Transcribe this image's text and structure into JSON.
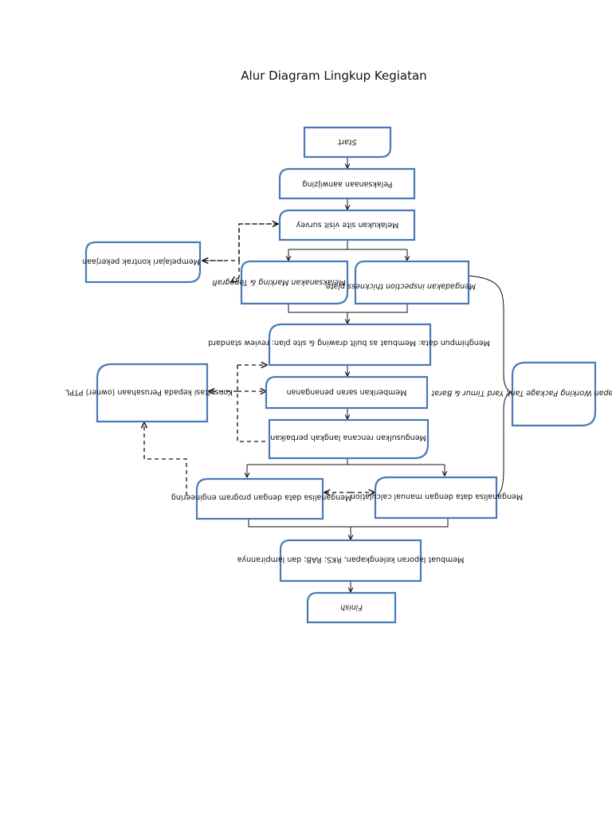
{
  "title": "Alur Diagram Lingkup Kegiatan",
  "colors": {
    "box_border": "#4a7ab5",
    "line": "#111111"
  },
  "nodes": {
    "start": "Start",
    "aanwijzing": "Pelaksanaan aanwijzing",
    "site_survey": "Melakukan site visit survey",
    "kontrak": "Mempelajari kontrak pekerjaan",
    "marking": "Melaksanakan Marking & Topografi",
    "inspection": "Mengadakan inspection thickness plate",
    "tank_yard": "Pentahapan Working Package Tank Yard Timur & Barat",
    "as_built": "Menghimpun data: Membuat as built drawing & site plan: review standard",
    "konsultasi": "Konsultasi kepada Perusahaan (owner) PTPL",
    "saran": "Memberikan saran penanganan",
    "rencana": "Mengusulkan rencana langkah perbaikan",
    "analisa_program": "Menganalisa data dengan program engineering",
    "analisa_manual": "Menganalisa data dengan manual calculation",
    "laporan": "Membuat laporan kelengkapan, RKS; RAB; dan lampirannya",
    "finish": "Finish"
  }
}
